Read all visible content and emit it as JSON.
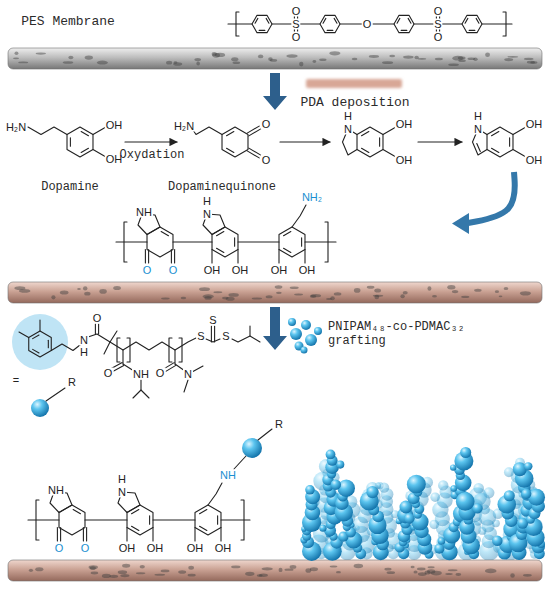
{
  "diagram": {
    "labels": [
      "PES Membrane",
      "S",
      "O",
      "O",
      "O",
      "S",
      "O",
      "O",
      "PDA deposition",
      "H₂N",
      "OH",
      "OH",
      "Dopamine",
      "Oxydation",
      "H₂N",
      "O",
      "O",
      "Dopaminequinone",
      "H",
      "N",
      "OH",
      "OH",
      "H",
      "N",
      "OH",
      "OH",
      "NH",
      "O",
      "O",
      "H",
      "N",
      "OH",
      "OH",
      "NH₂",
      "OH",
      "OH",
      "PNIPAM₄₈-co-PDMAC₃₂ grafting",
      "O",
      "N",
      "H",
      "O",
      "NH",
      "O",
      "N",
      "S",
      "S",
      "S",
      "=",
      "R",
      "R",
      "NH",
      "NH",
      "O",
      "O",
      "H",
      "N",
      "OH",
      "OH",
      "OH",
      "OH"
    ]
  }
}
